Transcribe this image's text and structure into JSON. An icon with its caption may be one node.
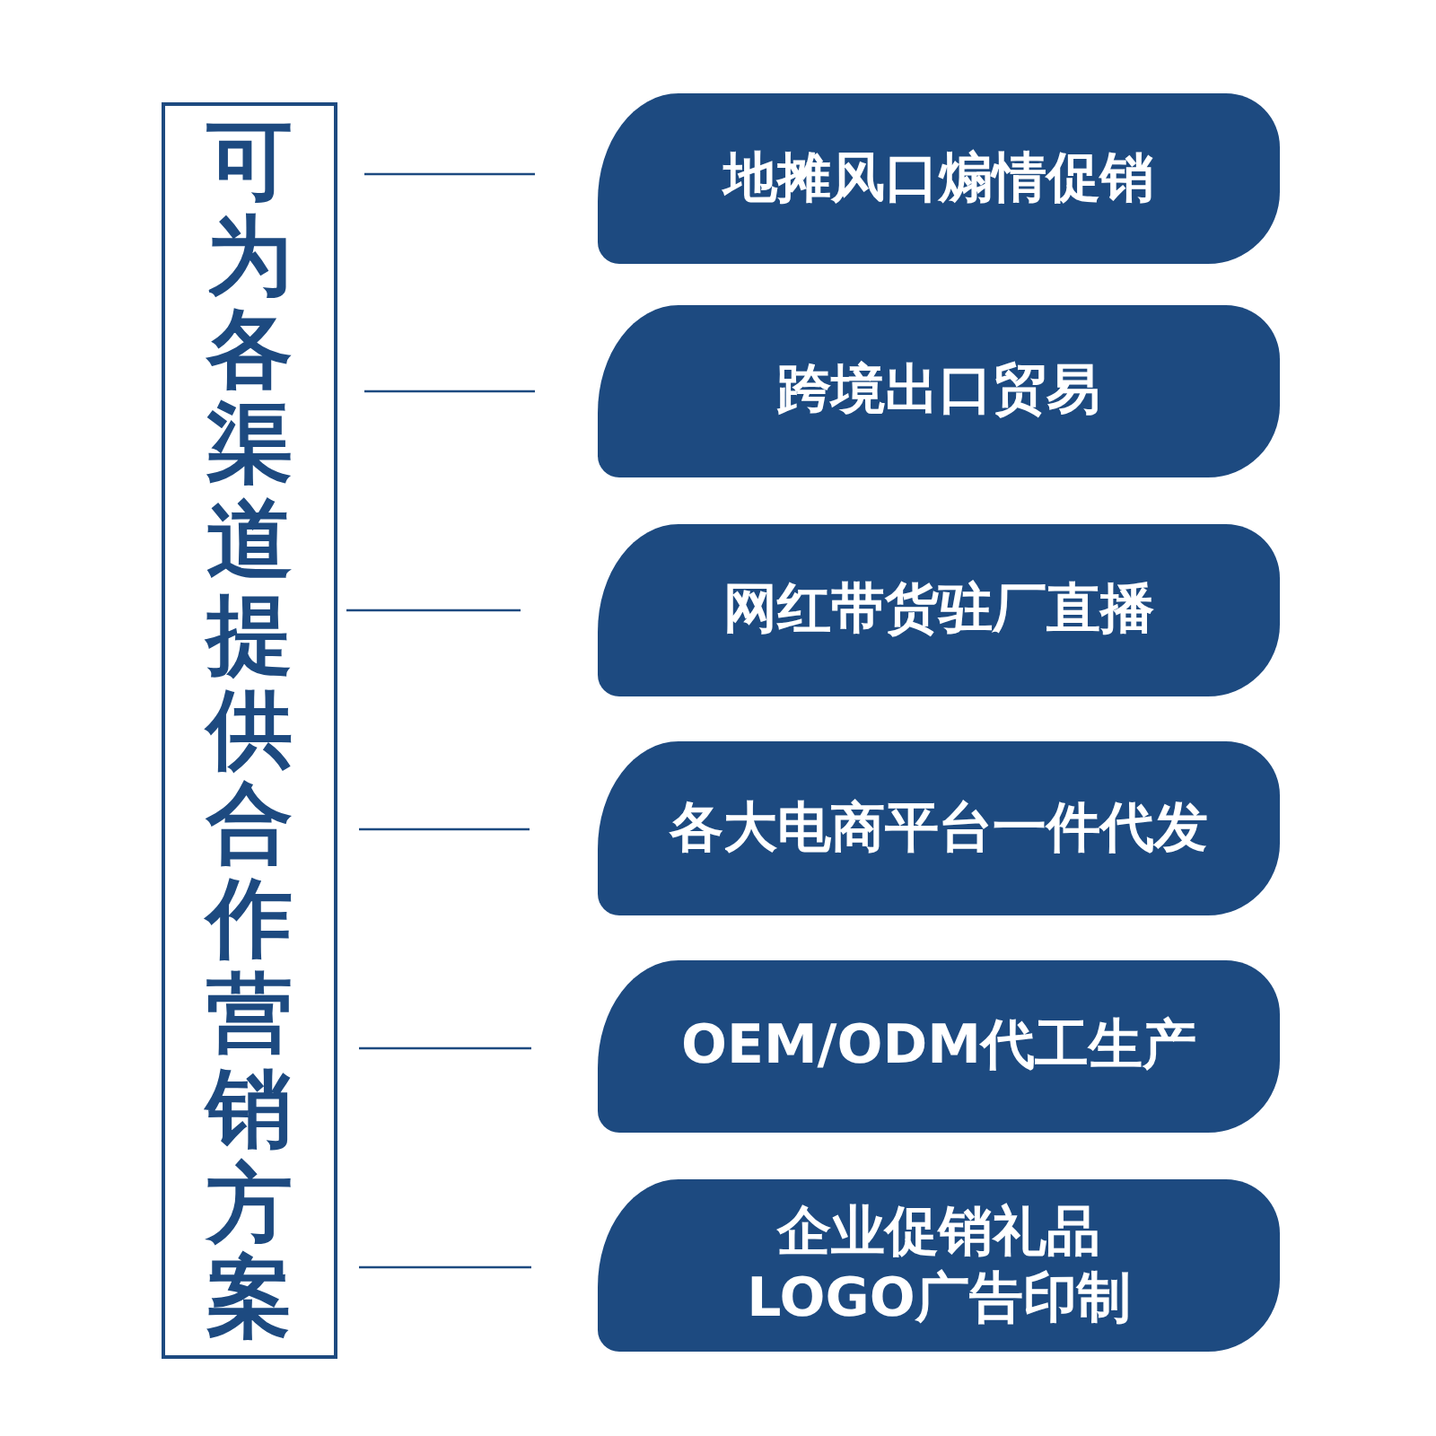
{
  "diagram": {
    "nodes": [
      {
        "text": [
          "可为各渠道提供合作营销方案"
        ]
      },
      {
        "text": [
          "地摊风口煽情促销"
        ]
      },
      {
        "text": [
          "跨境出口贸易"
        ]
      },
      {
        "text": [
          "网红带货驻厂直播"
        ]
      },
      {
        "text": [
          "各大电商平台一件代发"
        ]
      },
      {
        "text": [
          "OEM/ODM代工生产"
        ]
      },
      {
        "text": [
          "企业促销礼品 LOGO广告印制"
        ]
      }
    ]
  }
}
